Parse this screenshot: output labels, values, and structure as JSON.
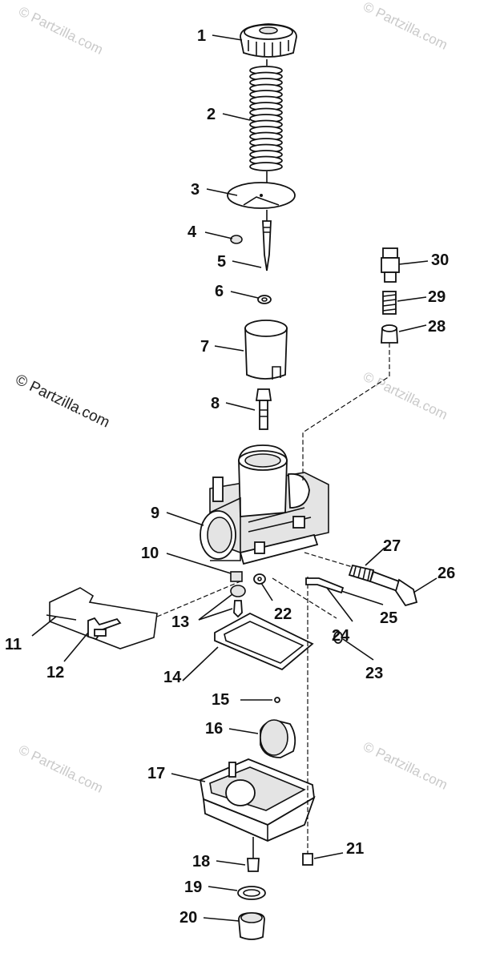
{
  "watermark": {
    "text": "© Partzilla.com"
  },
  "labels": [
    "1",
    "2",
    "3",
    "4",
    "5",
    "6",
    "7",
    "8",
    "9",
    "10",
    "11",
    "12",
    "13",
    "14",
    "15",
    "16",
    "17",
    "18",
    "19",
    "20",
    "21",
    "22",
    "23",
    "24",
    "25",
    "26",
    "27",
    "28",
    "29",
    "30"
  ]
}
